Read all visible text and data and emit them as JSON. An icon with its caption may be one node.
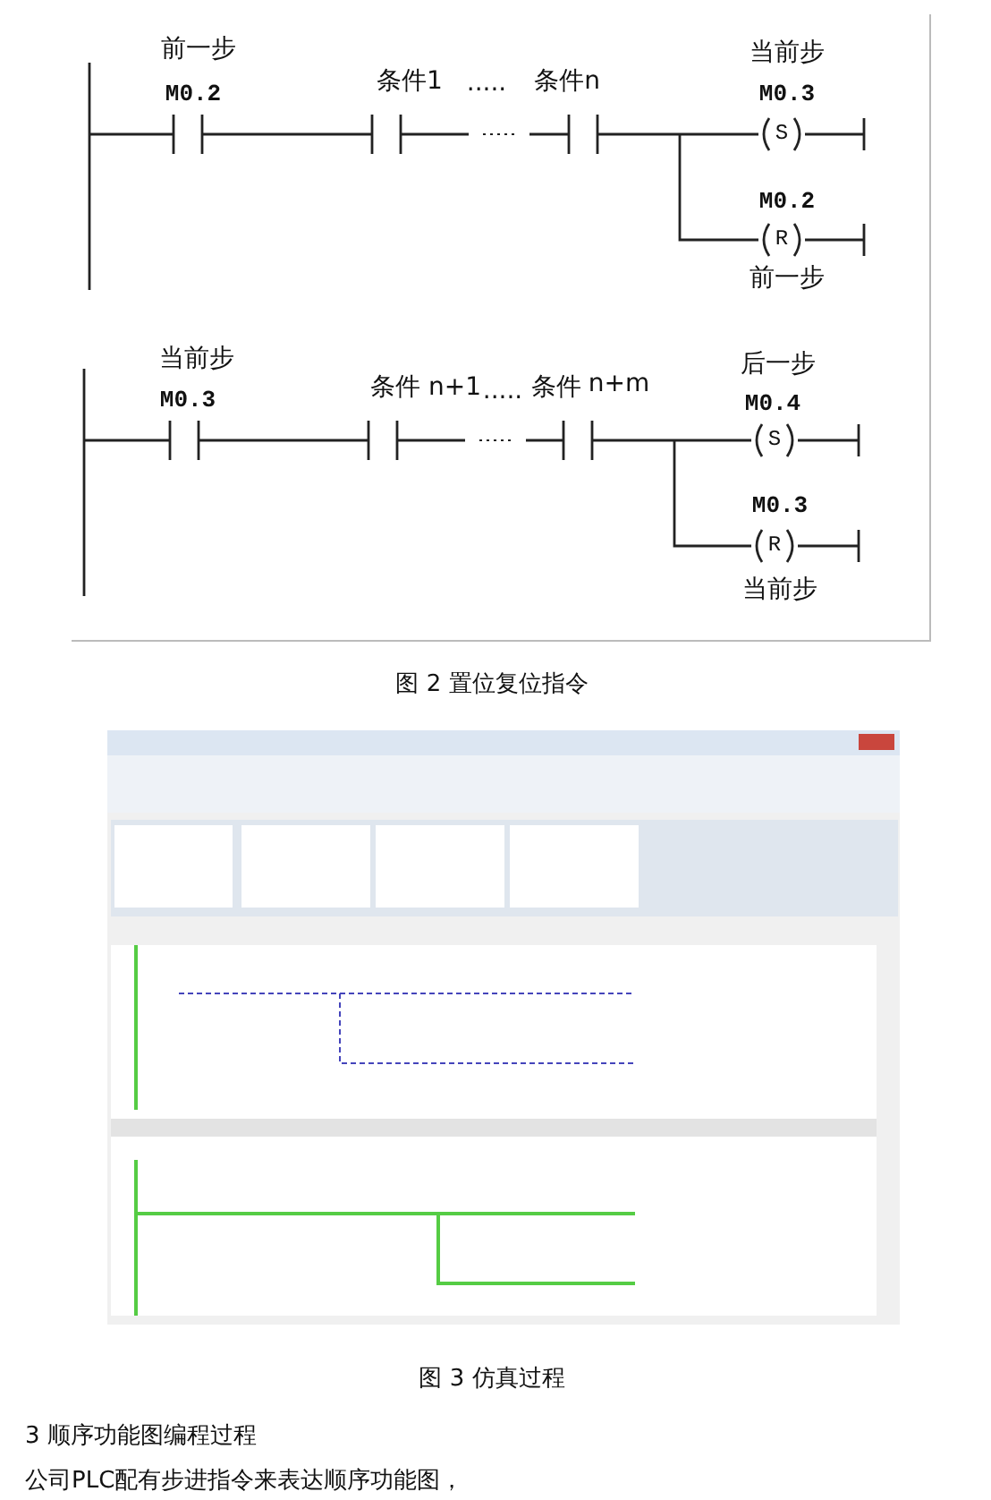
{
  "diagram": {
    "labels": [
      "前一步",
      "当前步",
      "条件1",
      ".....",
      "条件n",
      "M0.2",
      "M0.3",
      "S",
      "M0.2",
      "R",
      "前一步",
      "当前步",
      "后一步",
      "条件 n+1",
      ".....",
      "条件",
      "n+m",
      "M0.3",
      "M0.4",
      "S",
      "M0.3",
      "R",
      "当前步",
      "图 2 置位复位指令",
      "图 3 仿真过程",
      "3 顺序功能图编程过程",
      "公司PLC配有步进指令来表达顺序功能图，"
    ]
  }
}
